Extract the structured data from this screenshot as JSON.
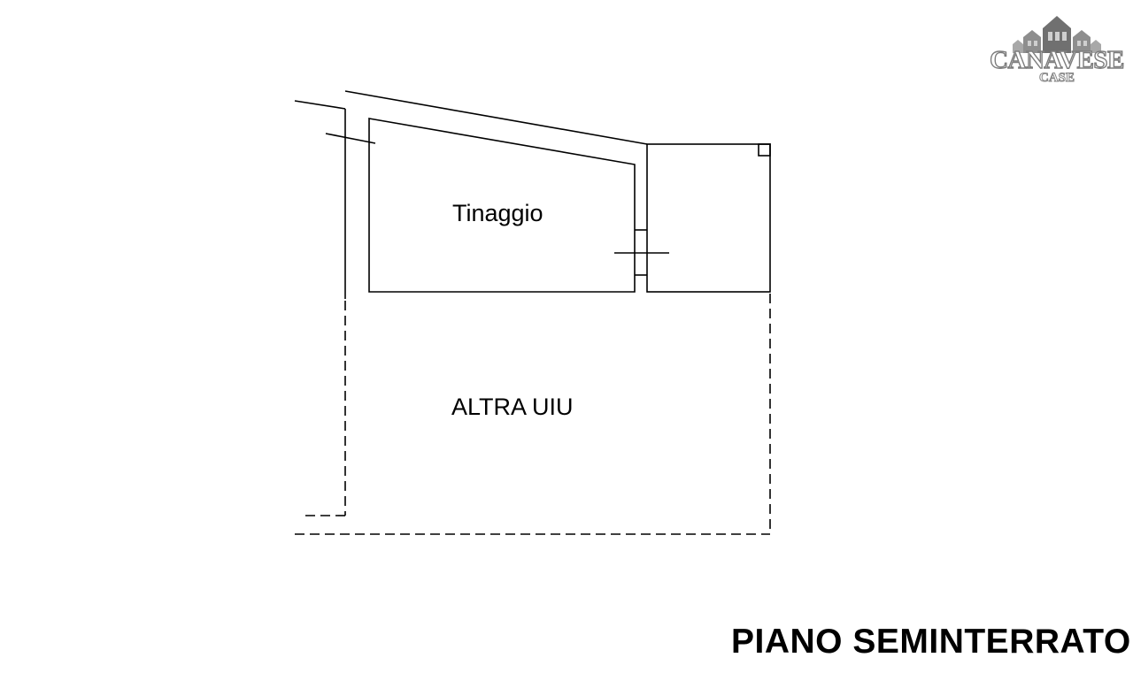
{
  "logo": {
    "name": "CANAVESE",
    "sub": "CASE"
  },
  "rooms": {
    "tinaggio": "Tinaggio",
    "other_unit": "ALTRA UIU"
  },
  "floor_title": "PIANO SEMINTERRATO"
}
